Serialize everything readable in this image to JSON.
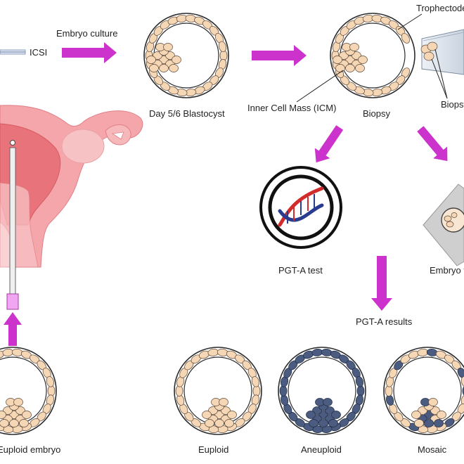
{
  "labels": {
    "icsi": "ICSI",
    "embryo_culture": "Embryo culture",
    "day_blastocyst": "Day 5/6 Blastocyst",
    "trophectoderm": "Trophectoderm",
    "inner_cell_mass": "Inner Cell Mass (ICM)",
    "biopsy": "Biopsy",
    "biopsy_cells": "Biopsy cells",
    "pgta_test": "PGT-A test",
    "embryo_vitrification": "Embryo vitrification",
    "pgta_results": "PGT-A results",
    "euploid_transfer": "Euploid embryo",
    "euploid": "Euploid",
    "aneuploid": "Aneuploid",
    "mosaic": "Mosaic"
  },
  "colors": {
    "arrow": "#cc33cc",
    "cell": "#f6d7b5",
    "aneuploid_cell": "#4b5c80",
    "uterus": "#f4a6aa",
    "dna_red": "#d12b2b",
    "dna_blue": "#2a3c8f"
  }
}
